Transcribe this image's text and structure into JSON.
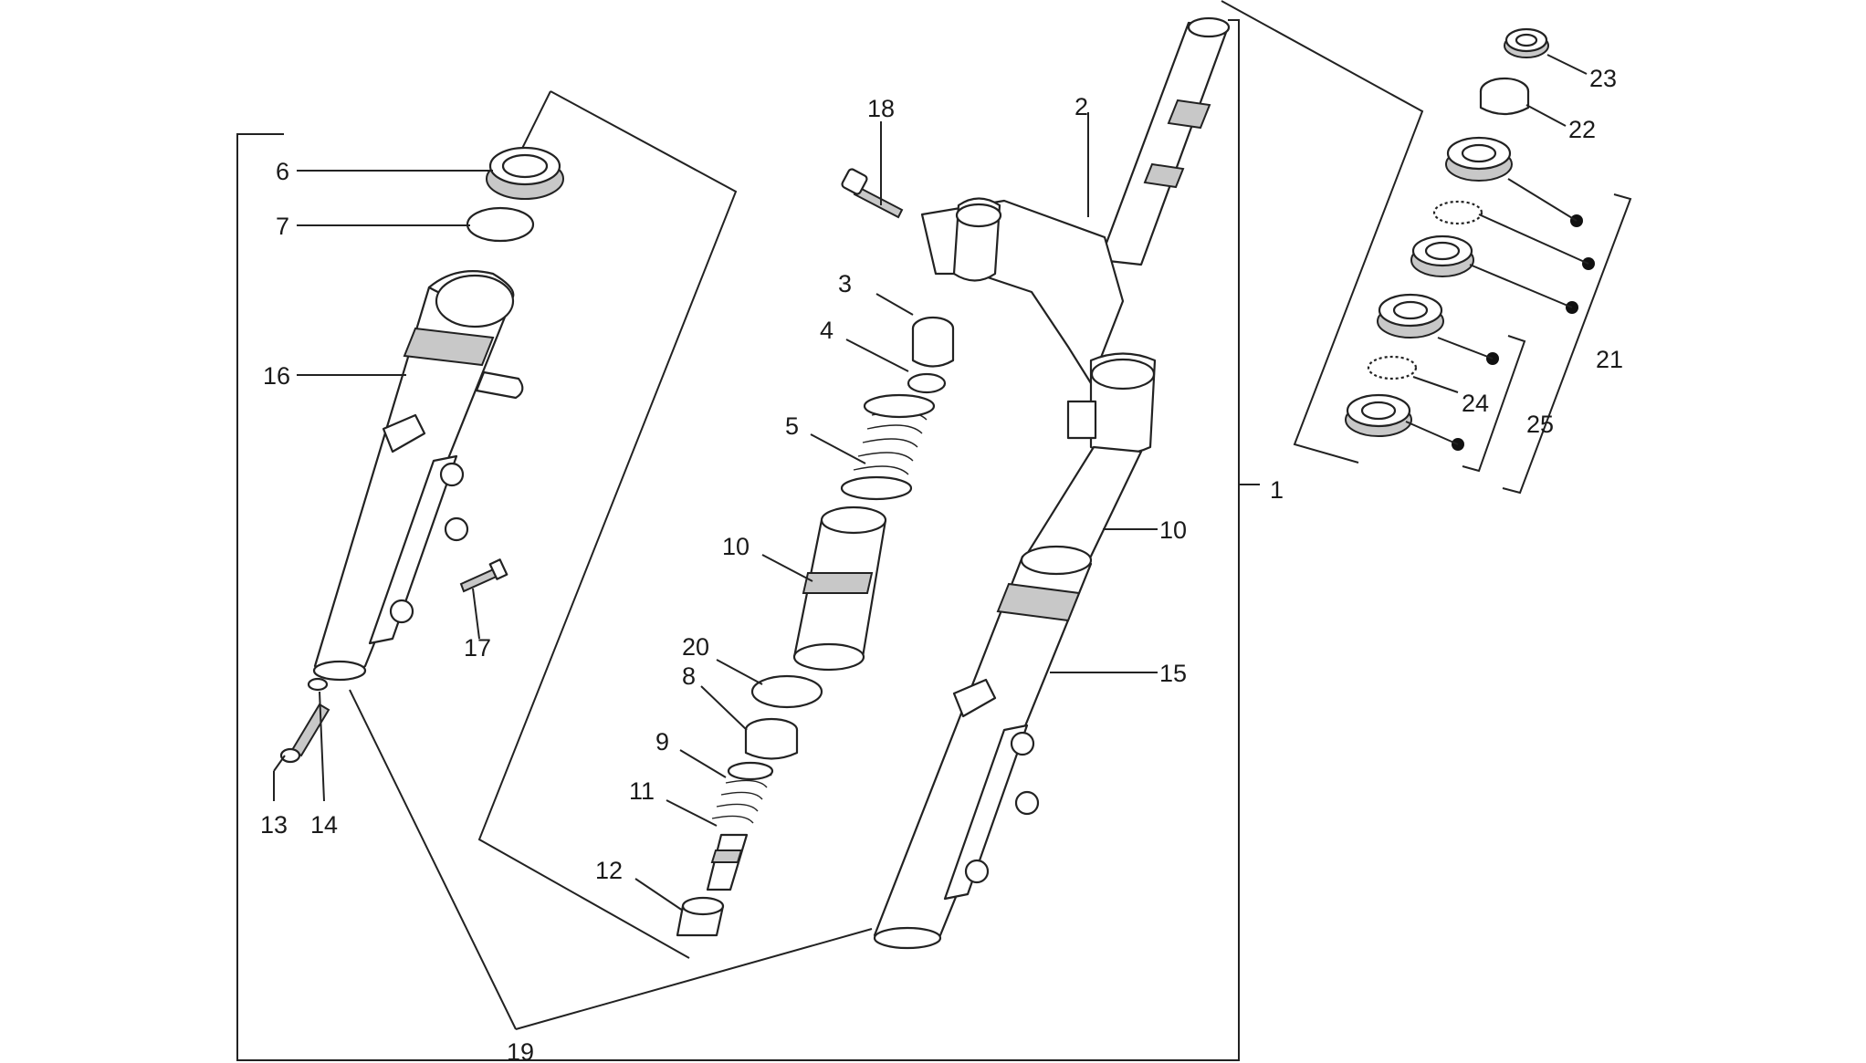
{
  "callouts": [
    "1",
    "2",
    "3",
    "4",
    "5",
    "6",
    "7",
    "8",
    "9",
    "10",
    "10",
    "11",
    "12",
    "13",
    "14",
    "15",
    "16",
    "17",
    "18",
    "19",
    "20",
    "21",
    "22",
    "23",
    "24",
    "25"
  ],
  "colors": {
    "line": "#222222",
    "shade": "#c8c8c8",
    "background": "#ffffff"
  }
}
